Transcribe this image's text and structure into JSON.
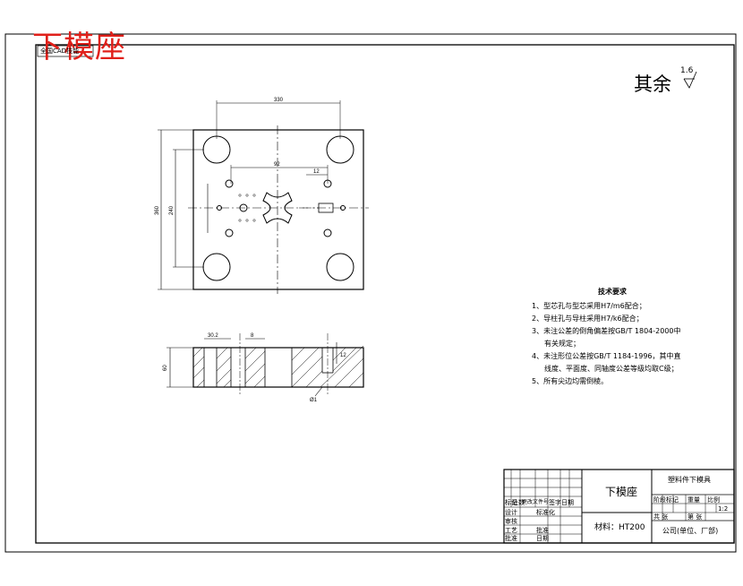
{
  "drawing": {
    "overlay_title": "下模座",
    "corner_tag": "全国CAD技能",
    "surface_note": {
      "text": "其余",
      "roughness": "1.6"
    },
    "dimensions": {
      "d1": "330",
      "d2": "92",
      "d3": "12",
      "d4": "360",
      "d5": "240",
      "s1": "30.2",
      "s2": "8",
      "s3": "12",
      "s4": "60",
      "s5": "Ø1"
    },
    "tech_req": {
      "title": "技术要求",
      "items": [
        "1、型芯孔与型芯采用H7/m6配合；",
        "2、导柱孔与导柱采用H7/k6配合；",
        "3、未注公差的倒角偏差按GB/T 1804-2000中",
        "有关规定；",
        "4、未注形位公差按GB/T 1184-1996，其中直",
        "线度、平面度、同轴度公差等级均取C级；",
        "5、所有尖边均需倒棱。"
      ]
    },
    "title_block": {
      "part_name": "下模座",
      "project": "塑料件下模具",
      "material": "材料：HT200",
      "company": "公司(单位、厂部)",
      "scale": "1:2",
      "sheet": "第  张",
      "rows": [
        "标记",
        "设计",
        "审核",
        "工艺",
        "批准"
      ],
      "cols": [
        "处数",
        "更改文件号",
        "签字",
        "日期"
      ],
      "stage_labels": [
        "阶段标记",
        "重量",
        "比例"
      ],
      "sign_cells": [
        "标准化",
        "批准",
        "日期"
      ],
      "total": "共  张"
    }
  }
}
